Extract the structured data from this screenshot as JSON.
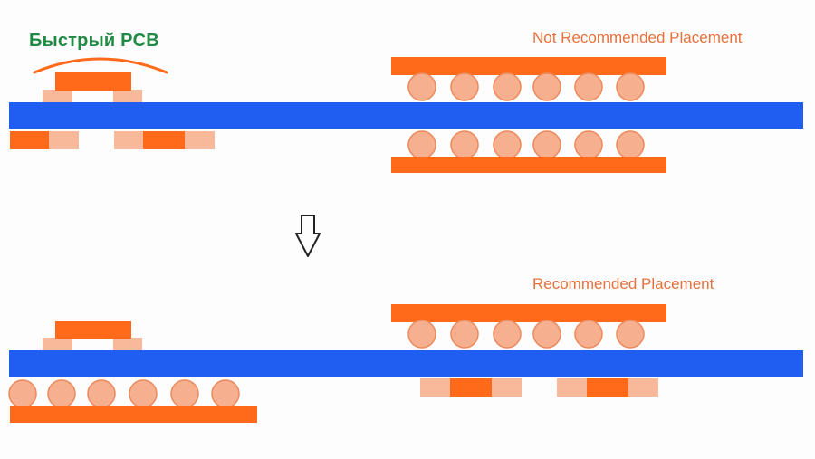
{
  "logo": {
    "text": "Быстрый PCB",
    "color": "#1f8a43"
  },
  "captions": {
    "top": "Not Recommended Placement",
    "bottom": "Recommended Placement"
  },
  "colors": {
    "board": "#1f5ef0",
    "component": "#ff6a1a",
    "pad": "#f8b89a",
    "ball_fill": "#f6b08f",
    "ball_stroke": "#ea8a5d",
    "text": "#e8703a",
    "arrow": "#222222"
  },
  "icons": {
    "arrow": "down-arrow-icon"
  }
}
